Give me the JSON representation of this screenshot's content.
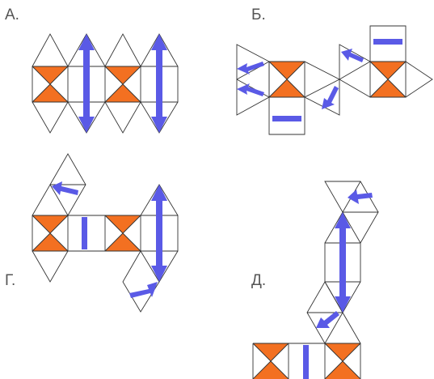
{
  "labels": {
    "a": "А.",
    "b": "Б.",
    "g": "Г.",
    "d": "Д."
  },
  "colors": {
    "orange": "#f37021",
    "arrow_blue": "#5a5ae6",
    "line": "#333333",
    "background": "#ffffff"
  }
}
